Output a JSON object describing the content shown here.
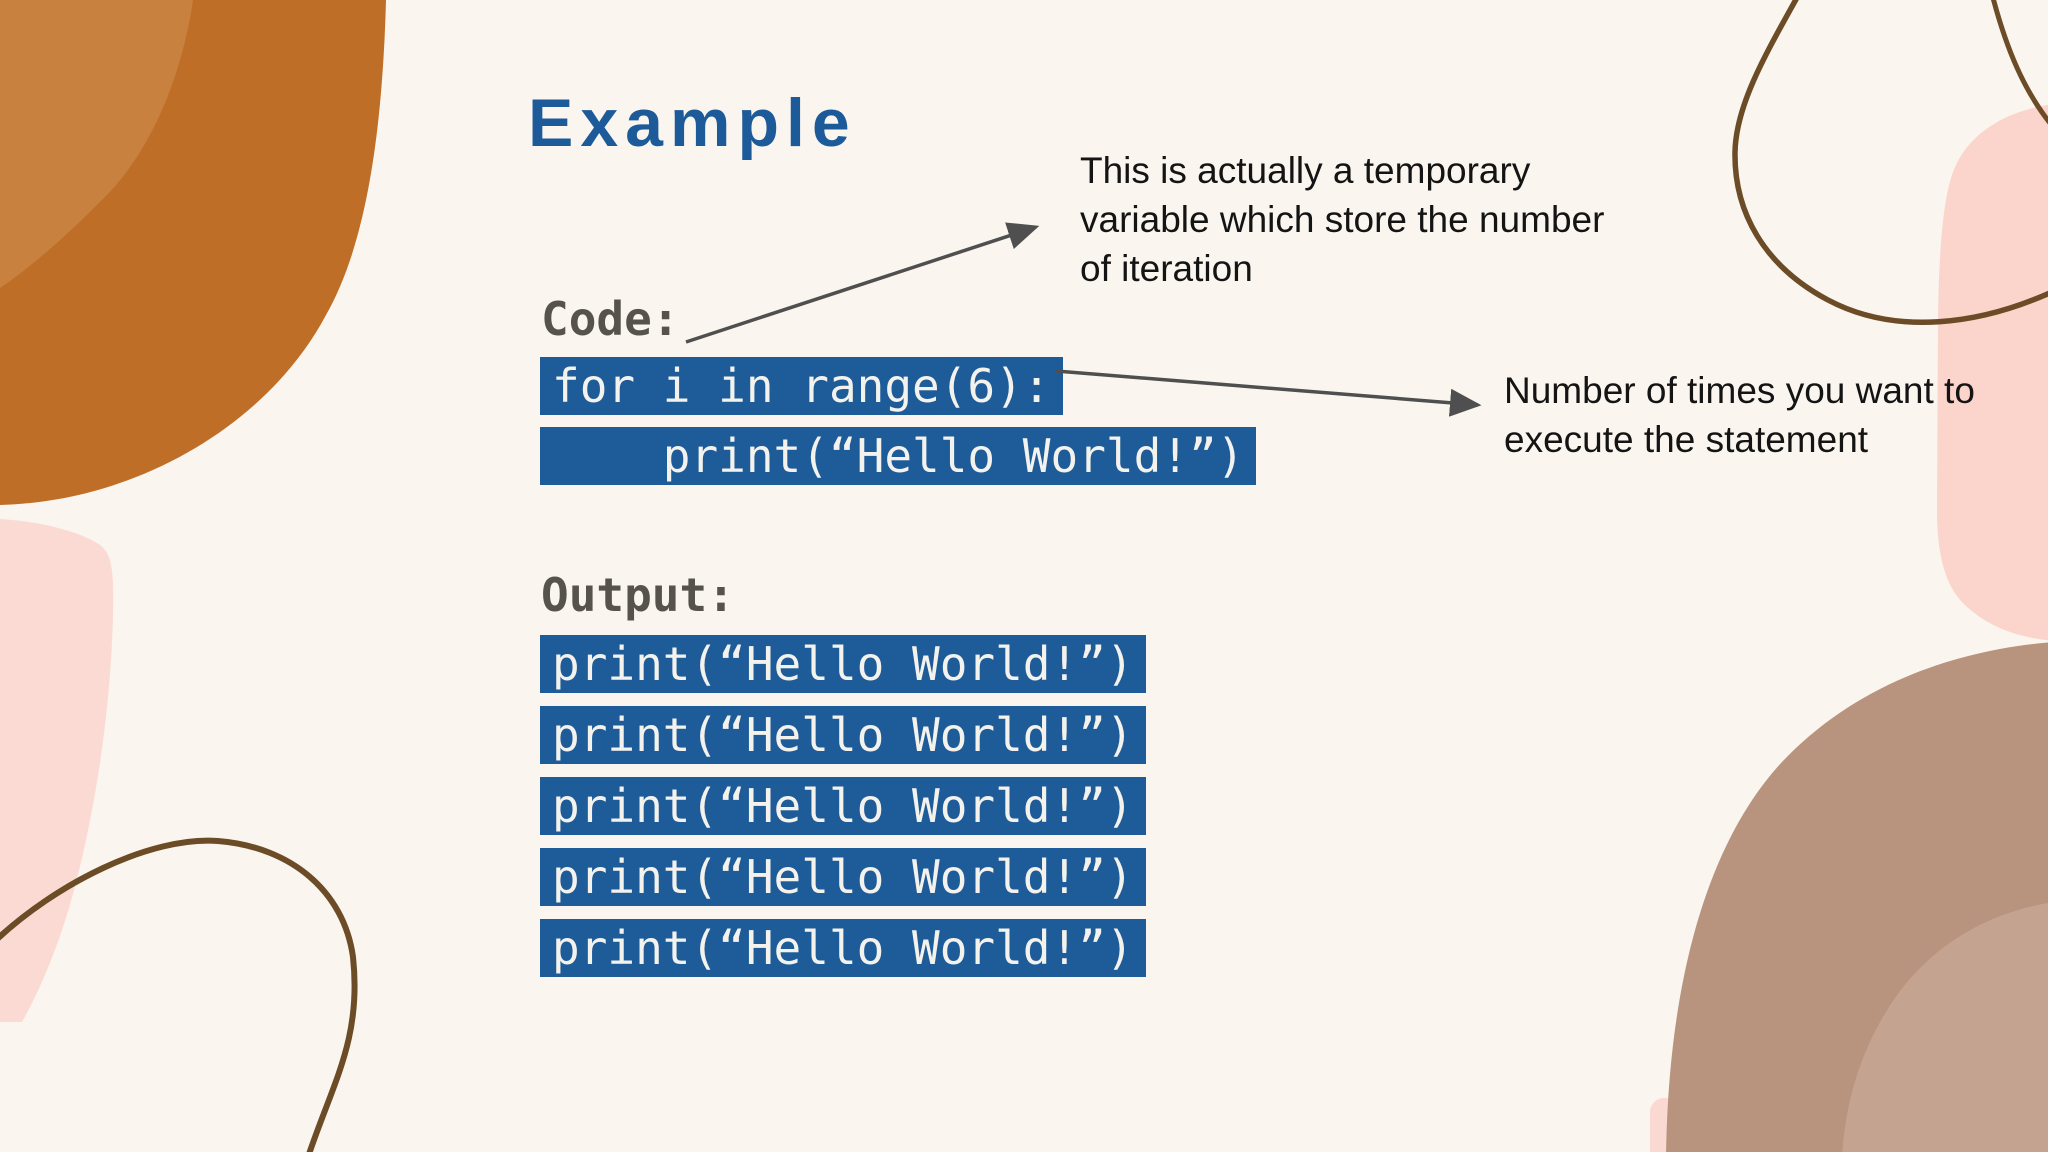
{
  "slide": {
    "title": "Example",
    "code_section": {
      "label": "Code:",
      "lines": [
        "for i in range(6):",
        "    print(“Hello World!”)"
      ]
    },
    "output_section": {
      "label": "Output:",
      "lines": [
        "print(“Hello World!”)",
        "print(“Hello World!”)",
        "print(“Hello World!”)",
        "print(“Hello World!”)",
        "print(“Hello World!”)"
      ]
    },
    "annotations": [
      {
        "text": "This is actually a temporary variable which store the number of iteration"
      },
      {
        "text": "Number of times you want to execute the statement"
      }
    ],
    "colors": {
      "background": "#faf5ee",
      "title_blue": "#1d5a9a",
      "code_highlight_blue": "#1e5b99",
      "code_text": "#f4f2ec",
      "label_gray": "#56524d",
      "annotation_text": "#141414",
      "arrow_gray": "#4f4f4f",
      "orange_dark": "#bf6e28",
      "orange_light": "#c9813f",
      "pink_left": "#fbdad3",
      "pink_right": "#fbd4cb",
      "tan_dark": "#b8937e",
      "tan_light": "#c4a491",
      "curve_brown": "#6b4c27"
    }
  }
}
